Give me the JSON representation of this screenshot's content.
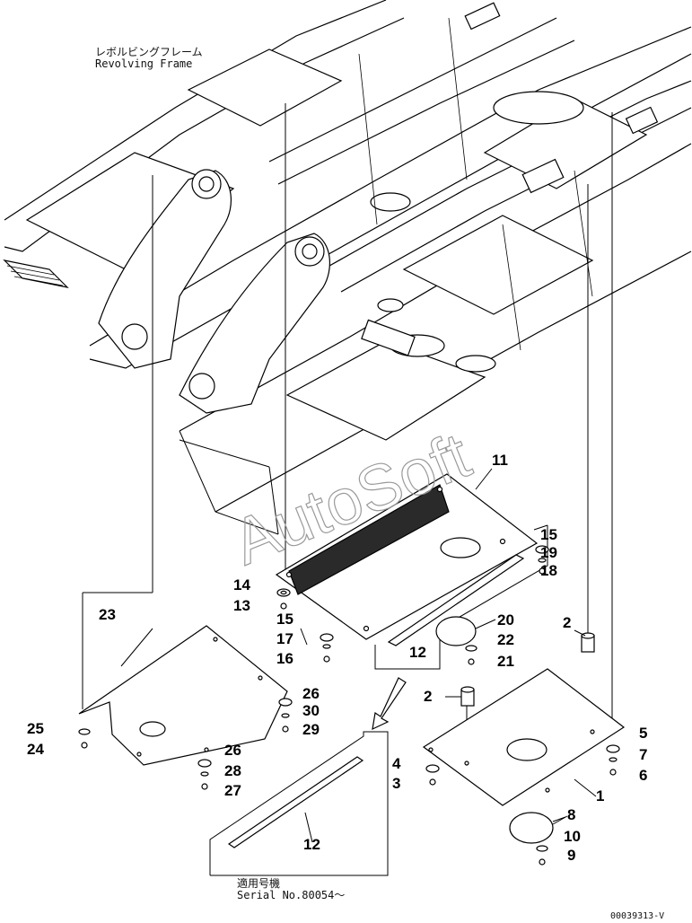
{
  "frame_label": {
    "jp": "レボルビングフレーム",
    "en": "Revolving Frame"
  },
  "serial_note": {
    "jp": "適用号機",
    "en": "Serial No.80054～"
  },
  "watermark": "AutoSoft",
  "drawing_number": "00039313-V",
  "callouts": [
    "11",
    "15",
    "19",
    "18",
    "14",
    "13",
    "15",
    "17",
    "16",
    "20",
    "22",
    "21",
    "12",
    "23",
    "2",
    "2",
    "26",
    "30",
    "29",
    "25",
    "24",
    "26",
    "28",
    "27",
    "5",
    "7",
    "6",
    "4",
    "3",
    "1",
    "8",
    "10",
    "9",
    "12"
  ]
}
